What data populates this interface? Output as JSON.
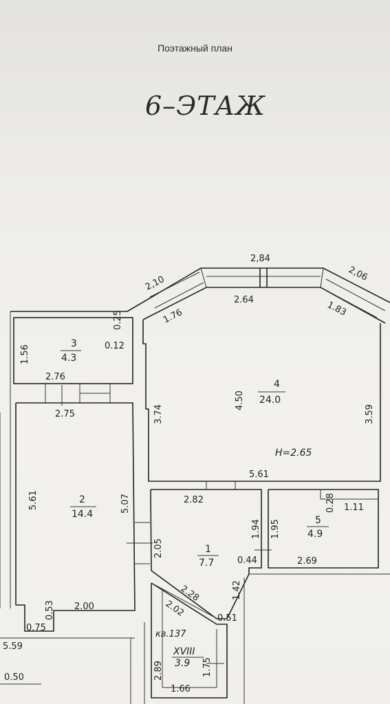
{
  "header": {
    "subtitle": "Поэтажный план",
    "floor": "6–ЭТАЖ"
  },
  "rooms": [
    {
      "number": "1",
      "area": "7.7"
    },
    {
      "number": "2",
      "area": "14.4"
    },
    {
      "number": "3",
      "area": "4.3"
    },
    {
      "number": "4",
      "area": "24.0"
    },
    {
      "number": "5",
      "area": "4.9"
    },
    {
      "number": "XVIII",
      "area": "3.9"
    }
  ],
  "apartment_label": "кв.137",
  "ceiling_height": "H=2.65",
  "dimensions": {
    "d284": "2,84",
    "d210": "2,10",
    "d206": "2,06",
    "d264": "2.64",
    "d176": "1.76",
    "d183": "1.83",
    "d025": "0.25",
    "d012": "0.12",
    "d156": "1.56",
    "d276": "2.76",
    "d275": "2.75",
    "d374": "3.74",
    "d450": "4.50",
    "d359": "3.59",
    "d561a": "5.61",
    "d561b": "5.61",
    "d507": "5.07",
    "d282": "2.82",
    "d194": "1.94",
    "d195": "1.95",
    "d028": "0.28",
    "d111": "1.11",
    "d205": "2.05",
    "d044": "0.44",
    "d269": "2.69",
    "d228": "2.28",
    "d202": "2.02",
    "d142": "1.42",
    "d051": "0.51",
    "d200": "2.00",
    "d053": "0.53",
    "d075": "0.75",
    "d559": "5.59",
    "d050": "0.50",
    "d289": "2.89",
    "d175": "1.75",
    "d166": "1.66"
  }
}
